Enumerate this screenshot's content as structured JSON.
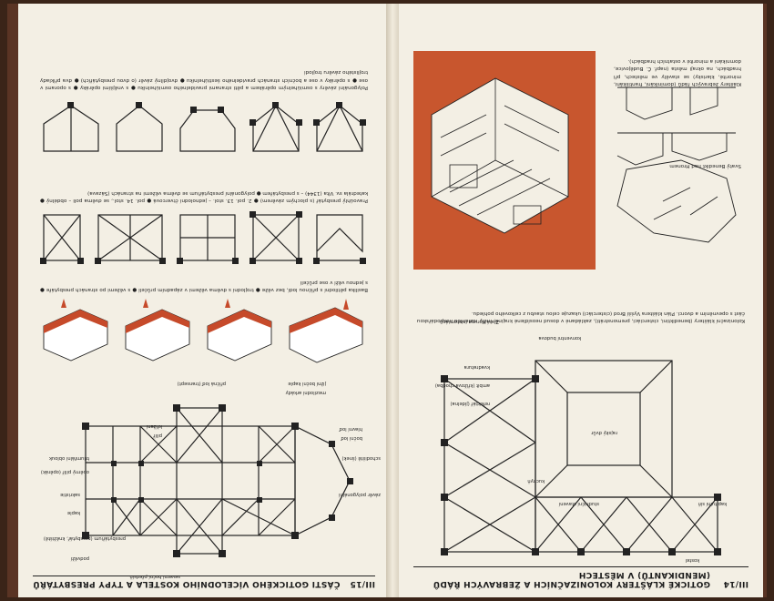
{
  "left_page": {
    "page_number": "III/15",
    "title": "ČÁSTI GOTICKÉHO VÍCELODNÍHO KOSTELA A TYPY PRESBYTÁŘŮ",
    "plan_labels": [
      "presbytářium (presbytář, kněžiště)",
      "závěr polygonální",
      "kaple",
      "sakristie",
      "opěrný pilíř (opěrák)",
      "schodiště (šnek)",
      "triumfální oblouk",
      "boční loď",
      "hlavní loď",
      "pilíř",
      "křížení",
      "příčná loď (transept)",
      "jižní boční kaple",
      "mezilodní arkády",
      "severní boční předsíň",
      "podvěží"
    ],
    "caption_basilica": "Basilika pětilodní s příčnou lodí, bez věže ● trojlodní s dvěma věžemi v západním průčelí ● s věžemi po stranách presbytáře ● s jednou věží v ose průčelí",
    "caption_presbytery": "Pravoúhlý presbytář (s plochým závěrem) ● 2. pol. 13. stol. – jednolodní čtvercová ● pol. 14. stol., se dvěma poli – obdélný ● katedrála sv. Víta (1344) – s presbytářem ● polygonální presbytářium se dvěma věžemi na stranách (Sázava)",
    "caption_polygonal": "Polygonální závěry s osmiúhelným opěrákem a pěti stranami pravidelného osmiúhelníku ● s vnějšími opěráky ● s oporami v ose ● s opěráky v ose a bočních stranách pravidelného šestiúhelníku ● dvojdílný závěr (o dvou presbytářích) ● dva příklady trojlistého závěru trojlodí"
  },
  "right_page": {
    "page_number": "III/14",
    "title": "GOTICKÉ KLÁŠTERY KOLONIZAČNÍCH A ŽEBRAVÝCH ŘÁDŮ (MENDIKANTŮ) V MĚSTECH",
    "plan_labels": [
      "kostel",
      "konventní budova",
      "Zlatá Koruna (cisterciáci)",
      "refektář (jídelna)",
      "rajský dvůr",
      "ambit (křížová chodba)",
      "kapitulní síň",
      "studniční stavení",
      "kuchyň",
      "kvadratura"
    ],
    "caption_colonial": "Kolonizační kláštery (benediktini, cisterciáci, premonstráti), zakládané v dosud neosídlené krajině, měly rozlehlou hospodářskou část s opevněním a dvorci. Plán kláštera Vyšší Brod (cisterciáci) ukazuje celou stavbu z celkového pohledu.",
    "caption_mendicant": "Kláštery žebravých řádů (dominikáni, františkáni, minorité, klarisky) se stavěly ve městech, při hradbách, na okraji města (např. Č. Budějovice, domnikáni a minorité v ostatních hradbách).",
    "caption_benedikt": "Svatý Benedikt nad Hronem"
  }
}
